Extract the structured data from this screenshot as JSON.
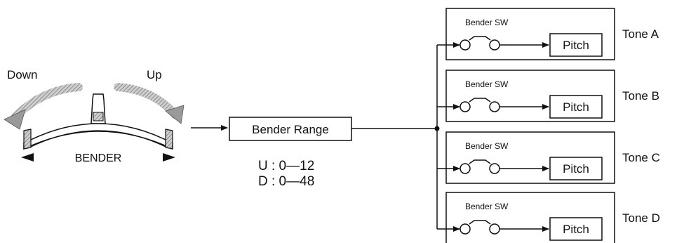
{
  "bender": {
    "down_label": "Down",
    "up_label": "Up",
    "name": "BENDER"
  },
  "range_box": {
    "label": "Bender Range",
    "up_range": "U : 0—12",
    "down_range": "D : 0—48"
  },
  "tones": [
    {
      "switch_label": "Bender SW",
      "pitch_label": "Pitch",
      "tone_label": "Tone A"
    },
    {
      "switch_label": "Bender SW",
      "pitch_label": "Pitch",
      "tone_label": "Tone B"
    },
    {
      "switch_label": "Bender SW",
      "pitch_label": "Pitch",
      "tone_label": "Tone C"
    },
    {
      "switch_label": "Bender SW",
      "pitch_label": "Pitch",
      "tone_label": "Tone D"
    }
  ]
}
